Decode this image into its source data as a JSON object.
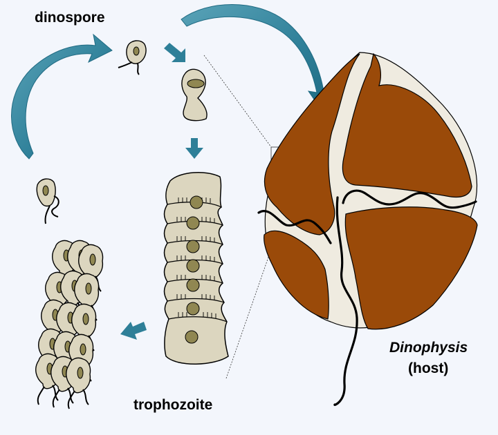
{
  "labels": {
    "dinospore": "dinospore",
    "trophozoite": "trophozoite",
    "host_name": "Dinophysis",
    "host_role": "(host)"
  },
  "colors": {
    "background": "#f3f6fc",
    "arrow": "#2e7f98",
    "cell_fill": "#dcd6bf",
    "nucleus": "#908752",
    "host_plate": "#9a4a09",
    "host_groove": "#efebe0",
    "outline": "#000000"
  },
  "icons": {
    "cycle_arrow": "curved-arrow-icon",
    "step_arrow": "down-arrow-icon"
  }
}
